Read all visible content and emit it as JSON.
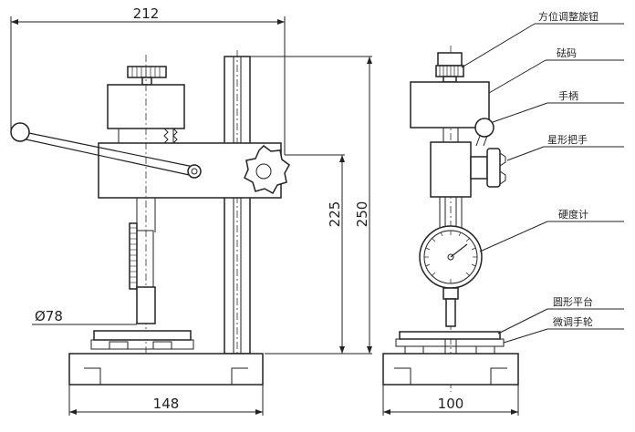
{
  "dimensions": {
    "top_width": "212",
    "height_inner": "225",
    "height_outer": "250",
    "platform_diameter": "Ø78",
    "base_width_front": "148",
    "base_width_side": "100"
  },
  "callouts": [
    {
      "key": "orientation-knob",
      "label": "方位调整旋钮"
    },
    {
      "key": "weight",
      "label": "砝码"
    },
    {
      "key": "handle",
      "label": "手柄"
    },
    {
      "key": "star-handle",
      "label": "星形把手"
    },
    {
      "key": "durometer",
      "label": "硬度计"
    },
    {
      "key": "round-platform",
      "label": "圆形平台"
    },
    {
      "key": "fine-adjust-wheel",
      "label": "微调手轮"
    }
  ]
}
